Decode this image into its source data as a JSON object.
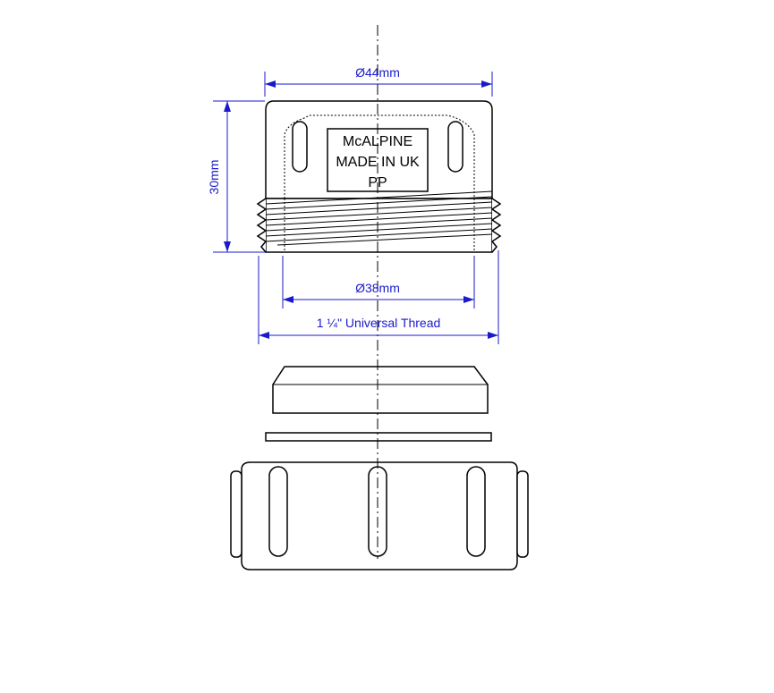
{
  "dimensions": {
    "top_width": "Ø44mm",
    "height": "30mm",
    "thread_inner": "Ø38mm",
    "thread": "1 ¼\" Universal Thread"
  },
  "cap_label": {
    "line1": "McALPINE",
    "line2": "MADE IN UK",
    "line3": "PP"
  },
  "colors": {
    "dimension": "#1a1acc",
    "outline": "#000000"
  }
}
